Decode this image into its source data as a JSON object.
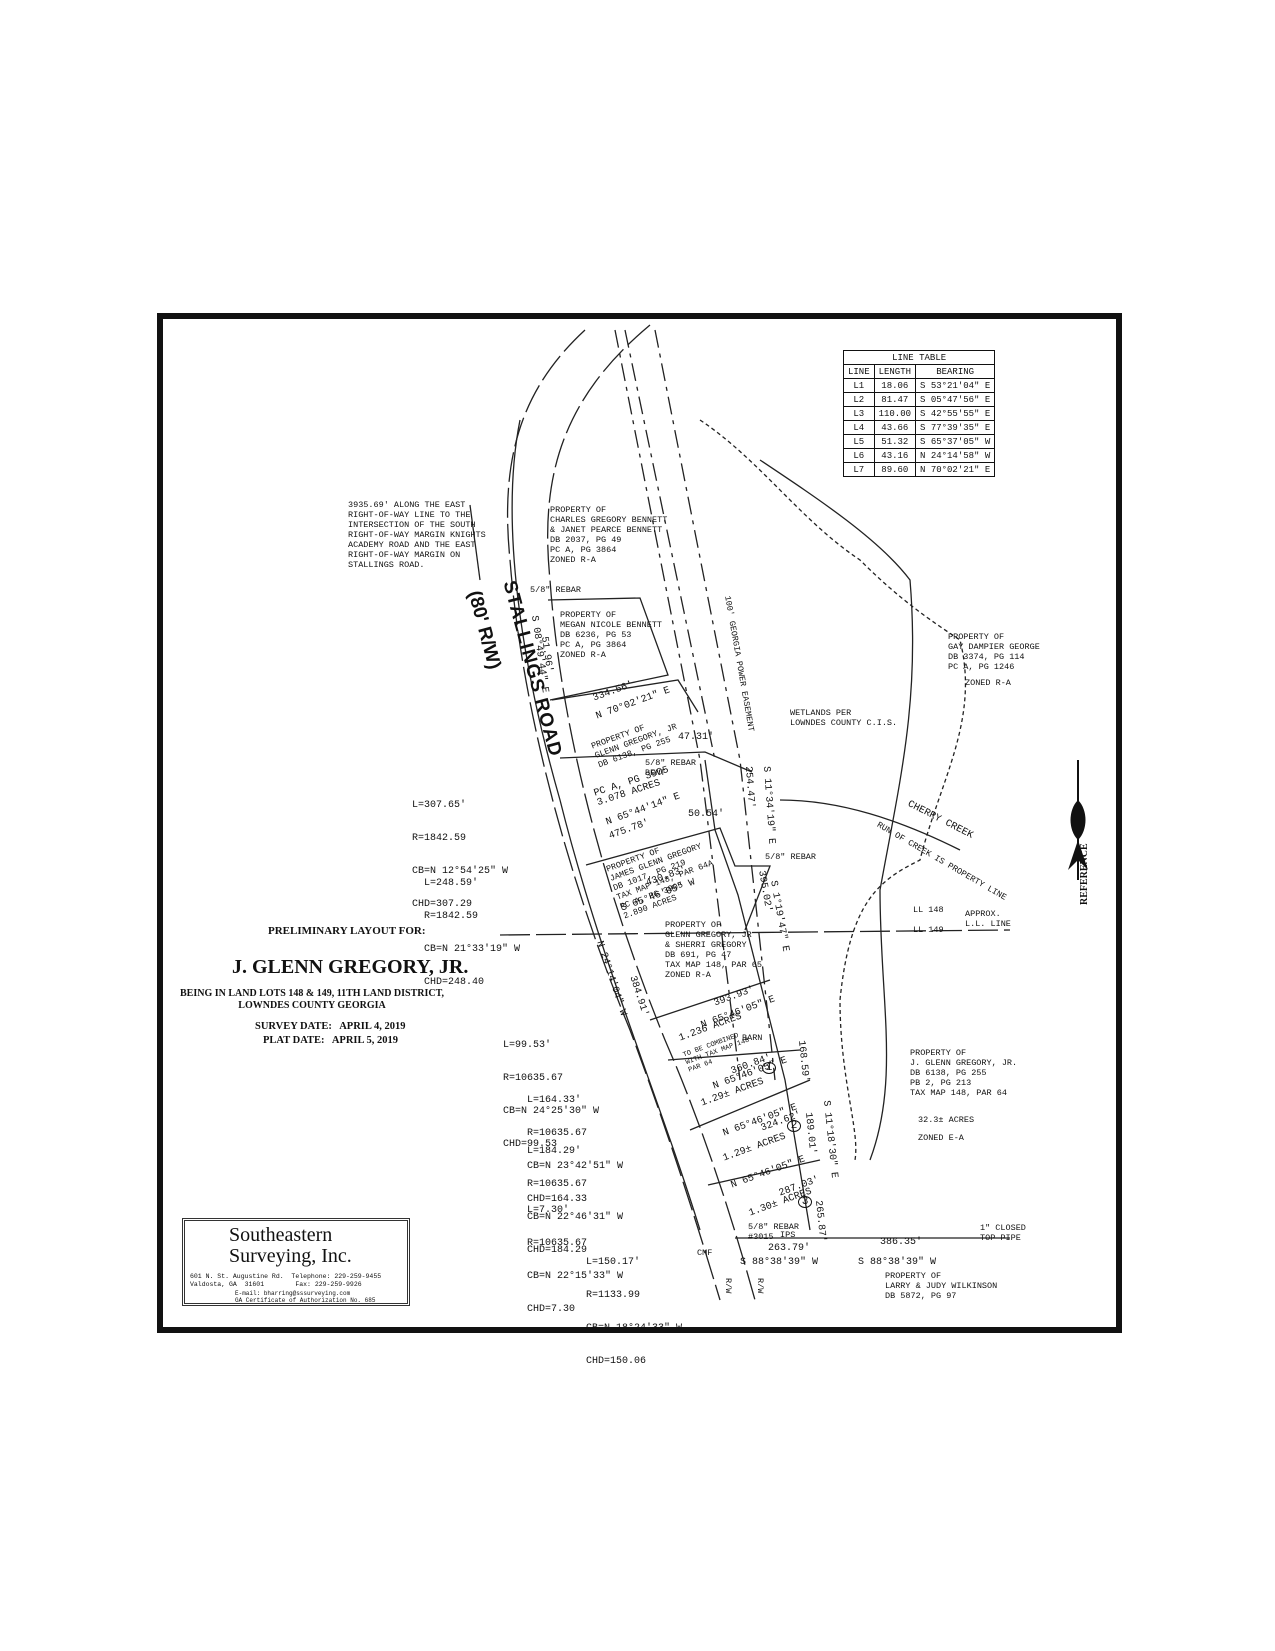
{
  "line_table": {
    "title": "LINE TABLE",
    "headers": [
      "LINE",
      "LENGTH",
      "BEARING"
    ],
    "rows": [
      [
        "L1",
        "18.06",
        "S 53°21'04\" E"
      ],
      [
        "L2",
        "81.47",
        "S 05°47'56\" E"
      ],
      [
        "L3",
        "110.00",
        "S 42°55'55\" E"
      ],
      [
        "L4",
        "43.66",
        "S 77°39'35\" E"
      ],
      [
        "L5",
        "51.32",
        "S 65°37'05\" W"
      ],
      [
        "L6",
        "43.16",
        "N 24°14'58\" W"
      ],
      [
        "L7",
        "89.60",
        "N 70°02'21\" E"
      ]
    ]
  },
  "notes": {
    "reference_point": "3935.69' ALONG THE EAST\nRIGHT-OF-WAY LINE TO THE\nINTERSECTION OF THE SOUTH\nRIGHT-OF-WAY MARGIN KNIGHTS\nACADEMY ROAD AND THE EAST\nRIGHT-OF-WAY MARGIN ON\nSTALLINGS ROAD.",
    "bennett_cg": "PROPERTY OF\nCHARLES GREGORY BENNETT\n& JANET PEARCE BENNETT\nDB 2037, PG 49\nPC A, PG 3864\nZONED R-A",
    "bennett_mn": "PROPERTY OF\nMEGAN NICOLE BENNETT\nDB 6236, PG 53\nPC A, PG 3864\nZONED R-A",
    "george": "PROPERTY OF\nGAY DAMPIER GEORGE\nDB 3374, PG 114\nPC A, PG 1246",
    "george_zone": "ZONED R-A",
    "wetlands": "WETLANDS PER\nLOWNDES COUNTY C.I.S.",
    "gregory_jr_east": "PROPERTY OF\nJ. GLENN GREGORY, JR.\nDB 6138, PG 255\nPB 2, PG 213\nTAX MAP 148, PAR 64",
    "acres_32": "32.3± ACRES",
    "zoned_ea": "ZONED E-A",
    "gregory_sherri": "PROPERTY OF\nGLENN GREGORY, JR\n& SHERRI GREGORY\nDB 691, PG 47\nTAX MAP 148, PAR 65\nZONED R-A",
    "wilkinson": "PROPERTY OF\nLARRY & JUDY WILKINSON\nDB 5872, PG 97",
    "closed_pipe": "1\" CLOSED\nTOP PIPE",
    "ll148": "LL 148",
    "ll149": "LL 149",
    "approx_ll": "APPROX.\nL.L. LINE",
    "cherry_creek": "CHERRY CREEK",
    "run_of_creek": "RUN OF CREEK IS PROPERTY LINE",
    "power_easement": "100' GEORGIA POWER EASEMENT",
    "stallings_road": "STALLINGS ROAD",
    "road_rw": "(80' R/W)",
    "rebar_58_top": "5/8\" REBAR",
    "rebar_58_mid": "5/8\" REBAR",
    "rebar_58_low": "5/8\" REBAR\n#3015",
    "rebar_bent": "5/8\" REBAR\nBENT",
    "ips": "IPS",
    "cmf": "CMF",
    "rw_left": "R/W",
    "rw_right": "R/W",
    "barn": "BARN",
    "reference": "REFERENCE"
  },
  "curves": [
    {
      "L": "L=307.65'",
      "R": "R=1842.59",
      "CB": "CB=N 12°54'25\" W",
      "CHD": "CHD=307.29"
    },
    {
      "L": "L=248.59'",
      "R": "R=1842.59",
      "CB": "CB=N 21°33'19\" W",
      "CHD": "CHD=248.40"
    },
    {
      "L": "L=99.53'",
      "R": "R=10635.67",
      "CB": "CB=N 24°25'30\" W",
      "CHD": "CHD=99.53"
    },
    {
      "L": "L=164.33'",
      "R": "R=10635.67",
      "CB": "CB=N 23°42'51\" W",
      "CHD": "CHD=164.33"
    },
    {
      "L": "L=184.29'",
      "R": "R=10635.67",
      "CB": "CB=N 22°46'31\" W",
      "CHD": "CHD=184.29"
    },
    {
      "L": "L=7.30'",
      "R": "R=10635.67",
      "CB": "CB=N 22°15'33\" W",
      "CHD": "CHD=7.30"
    },
    {
      "L": "L=150.17'",
      "R": "R=1133.99",
      "CB": "CB=N 18°24'33\" W",
      "CHD": "CHD=150.06"
    }
  ],
  "tract_labels": {
    "t1_text": "PROPERTY OF\nGLENN GREGORY, JR\nDB 6138, PG 255",
    "t1_dims": "334.56'",
    "t1_bearing": "N 70°02'21\" E",
    "t2_text": "PC A, PG 3905\n3.078 ACRES",
    "t2_dims": "475.78'",
    "t2_bearing": "N 65°44'14\" E",
    "t3_text": "PROPERTY OF\nJAMES GLENN GREGORY\nDB 1017, PG 219\nTAX MAP 148, PAR 64A\nPC A, PG 3905\n2.890 ACRES",
    "t3_dims": "430.83'",
    "t3_bearing": "S 65°46'05\" W",
    "new_lot_acres": "1.236 ACRES",
    "new_lot_note": "TO BE COMBINED\nWITH TAX MAP 148\nPAR 64",
    "new_lot_dim": "393.93'",
    "new_lot_bearing": "N 65°46'05\" E",
    "lot1_acres": "1.29± ACRES",
    "lot1_dim": "360.84'",
    "lot1_bearing": "N 65°46'05\" E",
    "lot2_acres": "1.29± ACRES",
    "lot2_dim": "324.62'",
    "lot2_bearing": "N 65°46'05\" E",
    "lot3_acres": "1.30± ACRES",
    "lot3_dim": "287.03'",
    "lot3_bearing": "N 65°46'05\" E",
    "bottom_dim": "263.79'",
    "bottom_bearing": "S 88°38'39\" W",
    "bottom_dim2": "386.35'",
    "bottom_bearing2": "S 88°38'39\" W",
    "west_dim": "384.91'",
    "west_bearing": "N 24°14'04\" W",
    "east_dim1": "254.47'",
    "east_bearing1": "S 11°34'19\" E",
    "east_dim2": "395.02'",
    "east_bearing2": "S 1°19'47\" E",
    "east_dim3": "168.59'",
    "east_dim4": "189.01'",
    "east_bearing3": "S 11°18'30\" E",
    "east_dim5": "265.87'",
    "north_dim": "51.96'",
    "north_bearing": "S 08°49'44\" E",
    "small_dim1": "47.31'",
    "small_dim2": "50.54'",
    "lot_numbers": [
      "1",
      "2",
      "3"
    ]
  },
  "title_block": {
    "prelim": "PRELIMINARY LAYOUT FOR:",
    "owner": "J. GLENN GREGORY, JR.",
    "being": "BEING IN LAND LOTS 148 & 149, 11TH LAND DISTRICT,\nLOWNDES COUNTY GEORGIA",
    "survey_date": "SURVEY DATE:   APRIL 4, 2019",
    "plat_date": "PLAT DATE:   APRIL 5, 2019"
  },
  "company": {
    "name_1": "Southeastern",
    "name_2": "Surveying, Inc.",
    "address": "601 N. St. Augustine Rd.  Telephone: 229-259-9455\nValdosta, GA  31601        Fax: 229-259-9926",
    "email": "E-mail: bharring@sssurveying.com\nGA Certificate of Authorization No. 685"
  }
}
